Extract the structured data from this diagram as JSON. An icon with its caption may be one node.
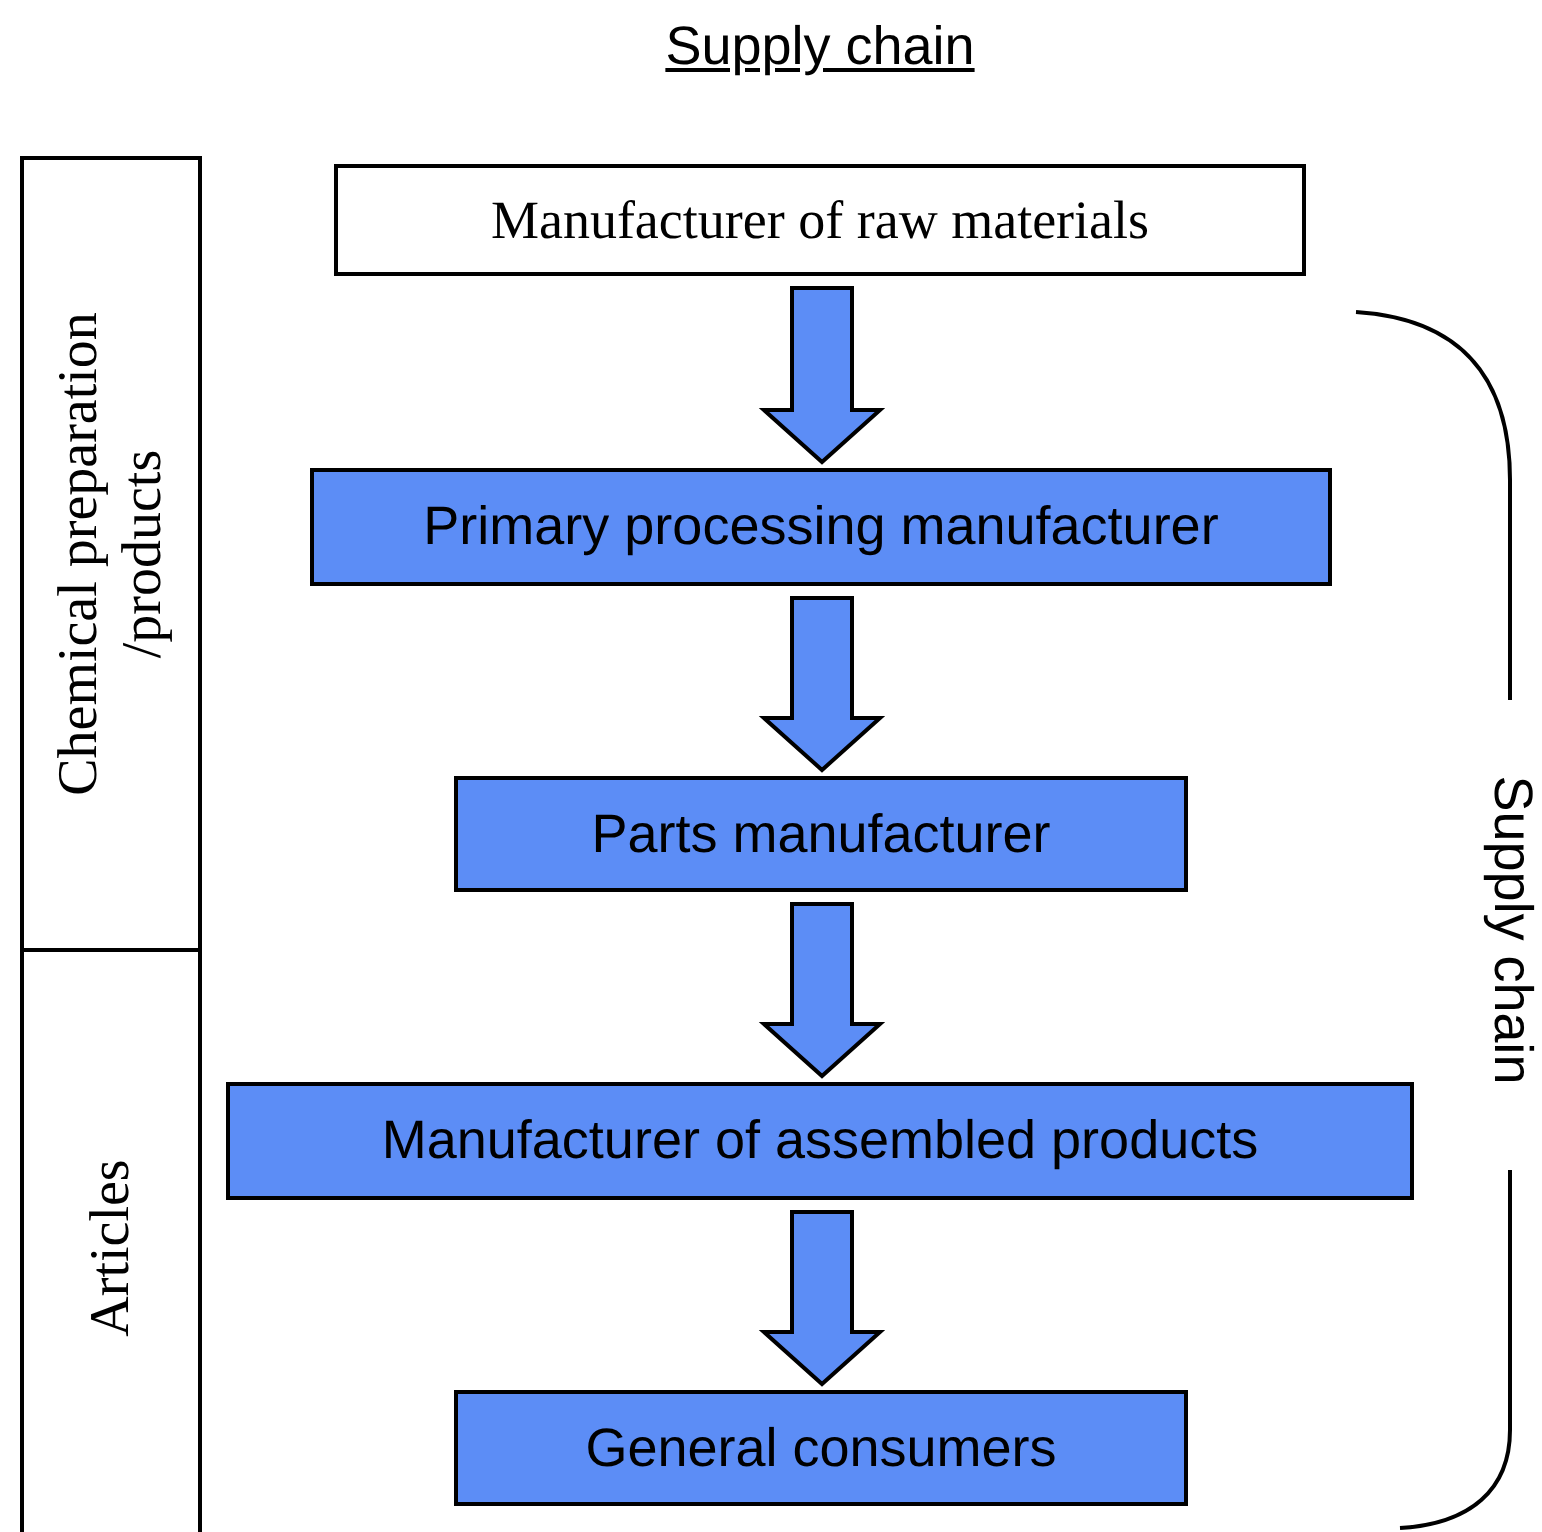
{
  "diagram": {
    "title": "Supply chain",
    "nodes": [
      {
        "text": [
          "Manufacturer of raw materials"
        ]
      },
      {
        "text": [
          "Primary processing manufacturer"
        ]
      },
      {
        "text": [
          "Parts manufacturer"
        ]
      },
      {
        "text": [
          "Manufacturer of assembled products"
        ]
      },
      {
        "text": [
          "General consumers"
        ]
      },
      {
        "text": [
          "Chemical preparation /products"
        ]
      },
      {
        "text": [
          "Articles"
        ]
      }
    ],
    "edges": [
      {
        "from": 0,
        "to": 1,
        "arrow": "to"
      },
      {
        "from": 1,
        "to": 2,
        "arrow": "to"
      },
      {
        "from": 2,
        "to": 3,
        "arrow": "to"
      },
      {
        "from": 3,
        "to": 4,
        "arrow": "to"
      }
    ],
    "labels": [
      "Supply chain"
    ]
  }
}
